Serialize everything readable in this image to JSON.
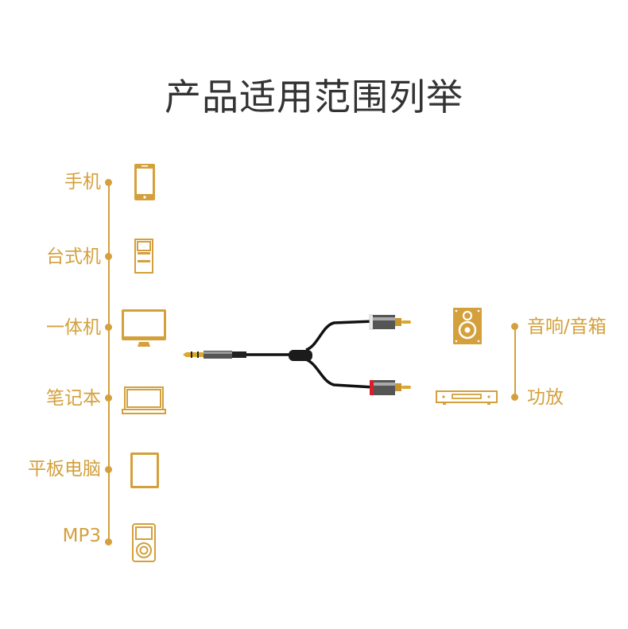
{
  "title": "产品适用范围列举",
  "accent_color": "#d4a03c",
  "sources": [
    {
      "label": "手机",
      "icon": "phone-icon"
    },
    {
      "label": "台式机",
      "icon": "desktop-tower-icon"
    },
    {
      "label": "一体机",
      "icon": "monitor-icon"
    },
    {
      "label": "笔记本",
      "icon": "laptop-icon"
    },
    {
      "label": "平板电脑",
      "icon": "tablet-icon"
    },
    {
      "label": "MP3",
      "icon": "mp3-player-icon"
    }
  ],
  "outputs": [
    {
      "label": "音响/音箱",
      "icon": "speaker-icon"
    },
    {
      "label": "功放",
      "icon": "amplifier-icon"
    }
  ]
}
